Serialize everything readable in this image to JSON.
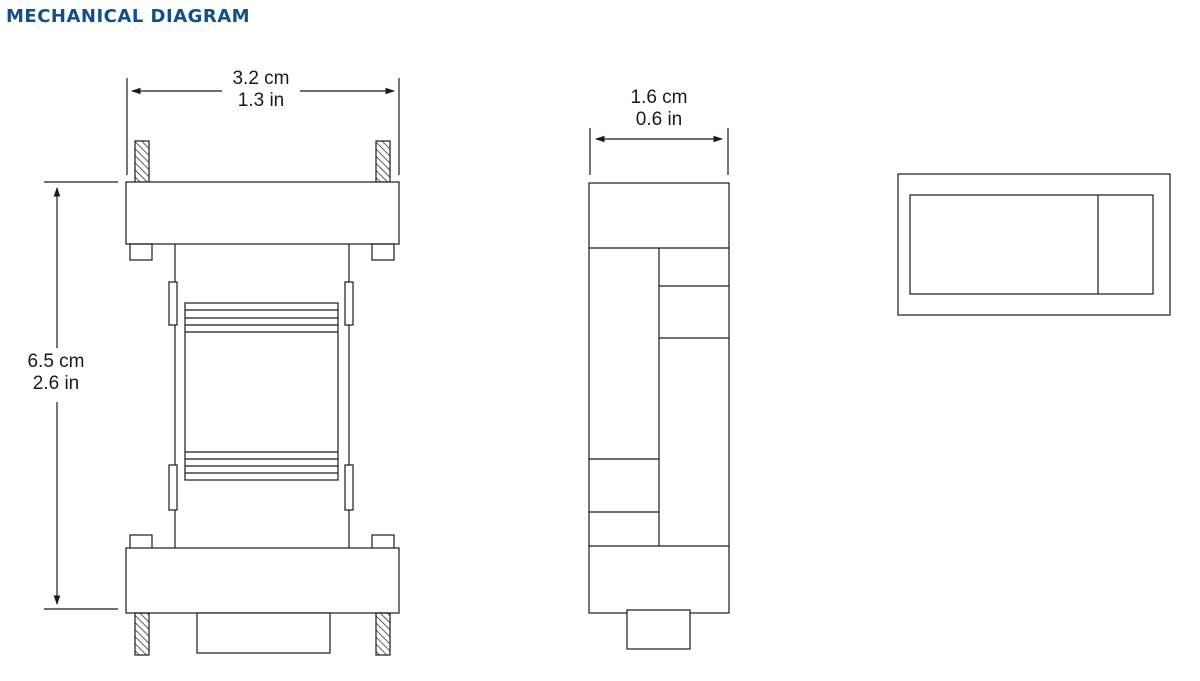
{
  "title": "MECHANICAL DIAGRAM",
  "colors": {
    "title": "#0f4f8a",
    "line": "#1a1a1a"
  },
  "front_view": {
    "width_cm": "3.2 cm",
    "width_in": "1.3 in",
    "height_cm": "6.5 cm",
    "height_in": "2.6 in"
  },
  "side_view": {
    "depth_cm": "1.6 cm",
    "depth_in": "0.6 in"
  }
}
